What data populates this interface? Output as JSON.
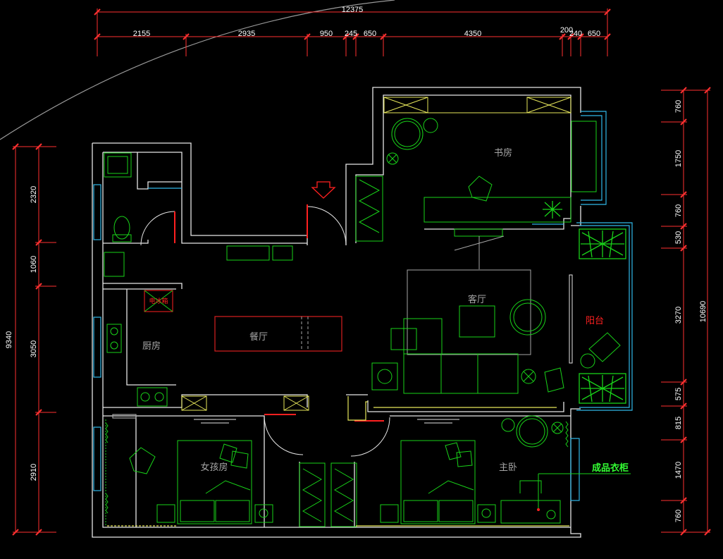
{
  "colors": {
    "background": "#000000",
    "wall": "#e6e6e6",
    "furniture": "#19d219",
    "dimension": "#ff3030",
    "window": "#30b8e8",
    "accent_yellow": "#e6e65a",
    "room_label": "#a6a6a6",
    "red_label": "#ff2020",
    "green_label": "#33ff33"
  },
  "top_dims": {
    "total": "12375",
    "segments": [
      "2155",
      "2935",
      "950",
      "245",
      "650",
      "4350",
      "200",
      "240",
      "650"
    ]
  },
  "left_dims": {
    "total": "9340",
    "segments": [
      "2320",
      "1060",
      "3050",
      "2910"
    ]
  },
  "right_dims": {
    "total": "10690",
    "segments": [
      "760",
      "1750",
      "760",
      "530",
      "3270",
      "575",
      "815",
      "1470",
      "760"
    ]
  },
  "rooms": {
    "study": "书房",
    "living": "客厅",
    "dining": "餐厅",
    "kitchen": "厨房",
    "girls_room": "女孩房",
    "master_bedroom": "主卧",
    "balcony": "阳台",
    "fridge": "电冰箱",
    "wardrobe": "成品衣柜"
  }
}
